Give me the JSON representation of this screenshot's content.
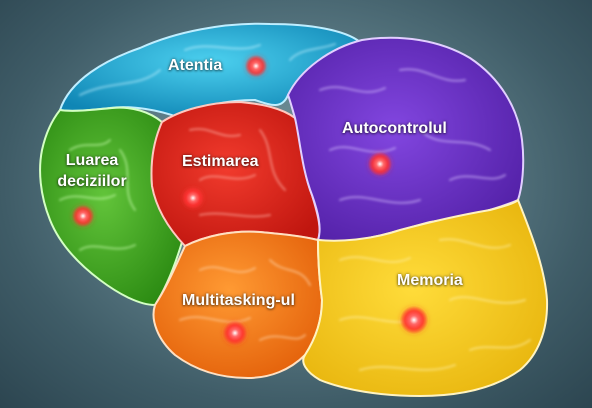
{
  "regions": [
    {
      "id": "atentia",
      "label": "Atentia",
      "color": "#18a8cf"
    },
    {
      "id": "luarea-deciziilor",
      "label": "Luarea deciziilor",
      "color": "#3fa51e"
    },
    {
      "id": "estimarea",
      "label": "Estimarea",
      "color": "#e0231d"
    },
    {
      "id": "autocontrolul",
      "label": "Autocontrolul",
      "color": "#6a2fc2"
    },
    {
      "id": "multitasking-ul",
      "label": "Multitasking-ul",
      "color": "#f27d18"
    },
    {
      "id": "memoria",
      "label": "Memoria",
      "color": "#f1c714"
    }
  ],
  "colors": {
    "background": "#45636f",
    "hotspot": "#ff2a2a",
    "outline": "#d6f0ff"
  }
}
